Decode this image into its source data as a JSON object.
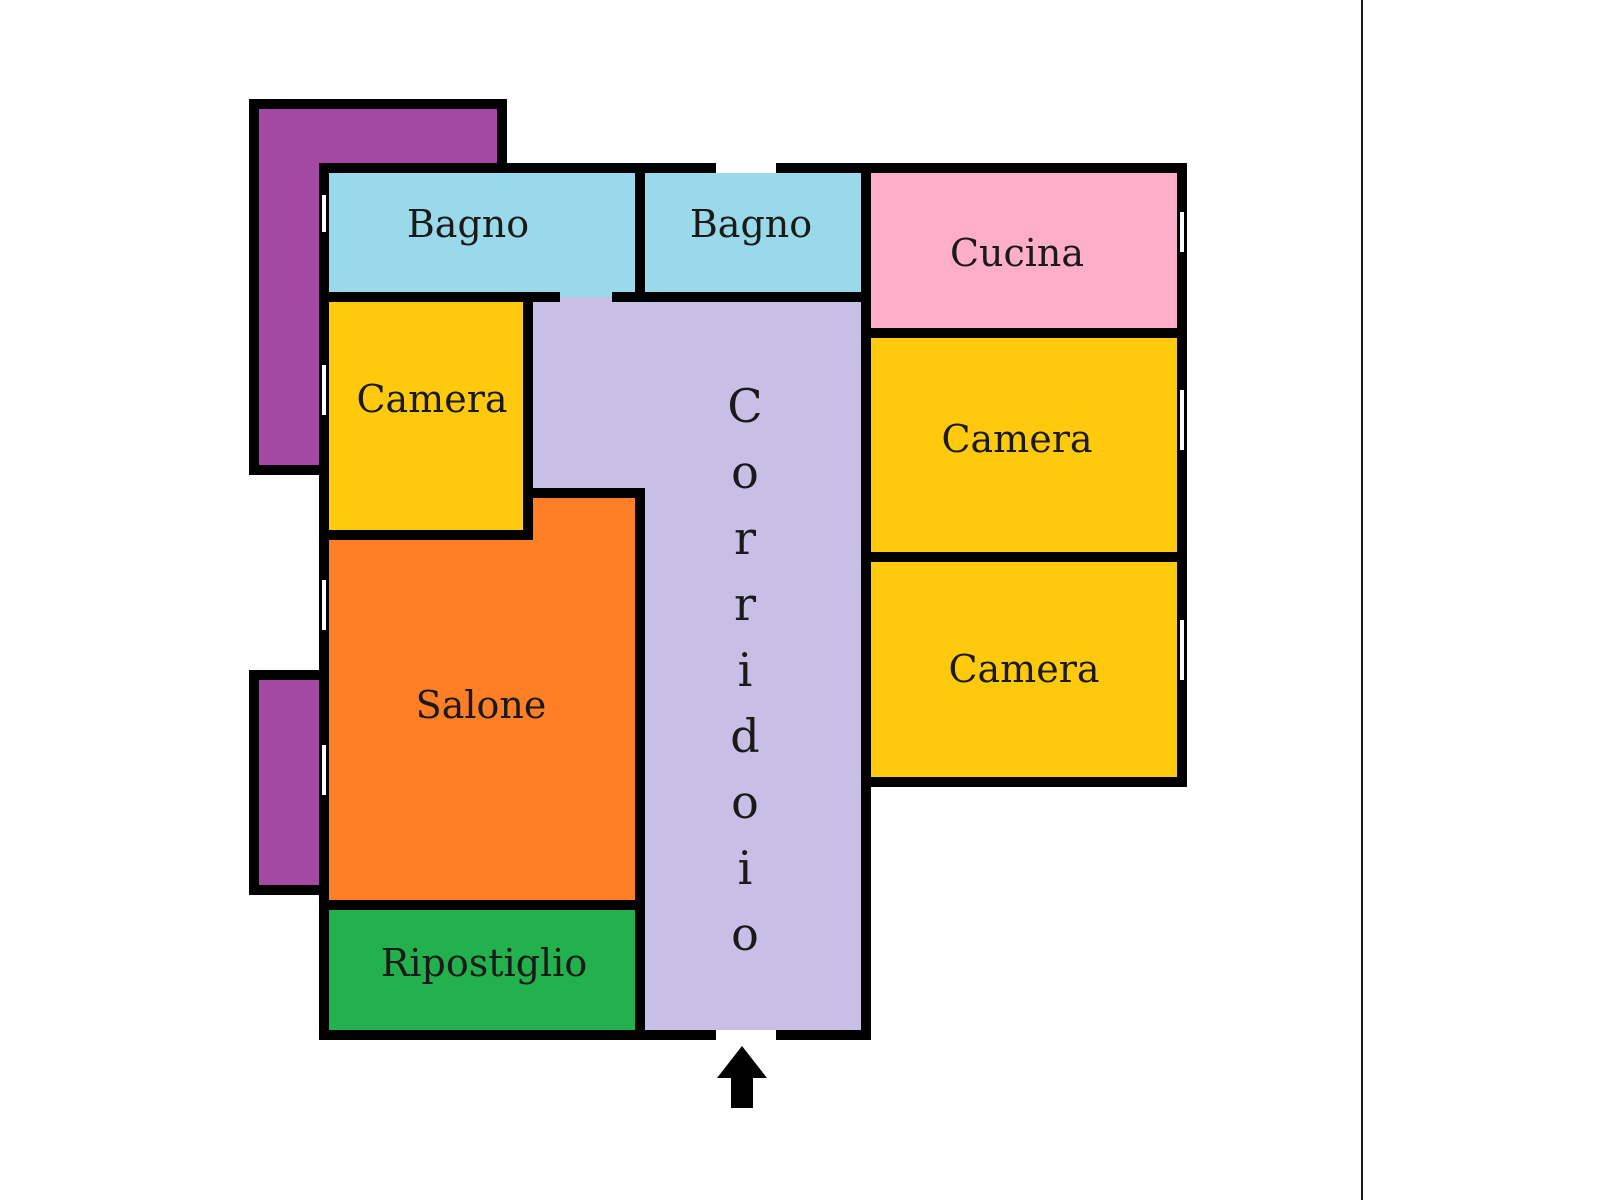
{
  "floorplan": {
    "colors": {
      "balcony": "#A349A4",
      "bathroom": "#99D9EA",
      "kitchen": "#FFAEC9",
      "bedroom": "#FFC90E",
      "living": "#FF7F27",
      "storage": "#22B14C",
      "corridor": "#C8BFE7",
      "wall": "#000000"
    },
    "rooms": {
      "bagno_1": "Bagno",
      "bagno_2": "Bagno",
      "cucina": "Cucina",
      "camera_1": "Camera",
      "camera_2": "Camera",
      "camera_3": "Camera",
      "salone": "Salone",
      "ripostiglio": "Ripostiglio",
      "corridoio": "Corridoio"
    },
    "icons": {
      "entrance": "arrow-up-icon"
    }
  }
}
